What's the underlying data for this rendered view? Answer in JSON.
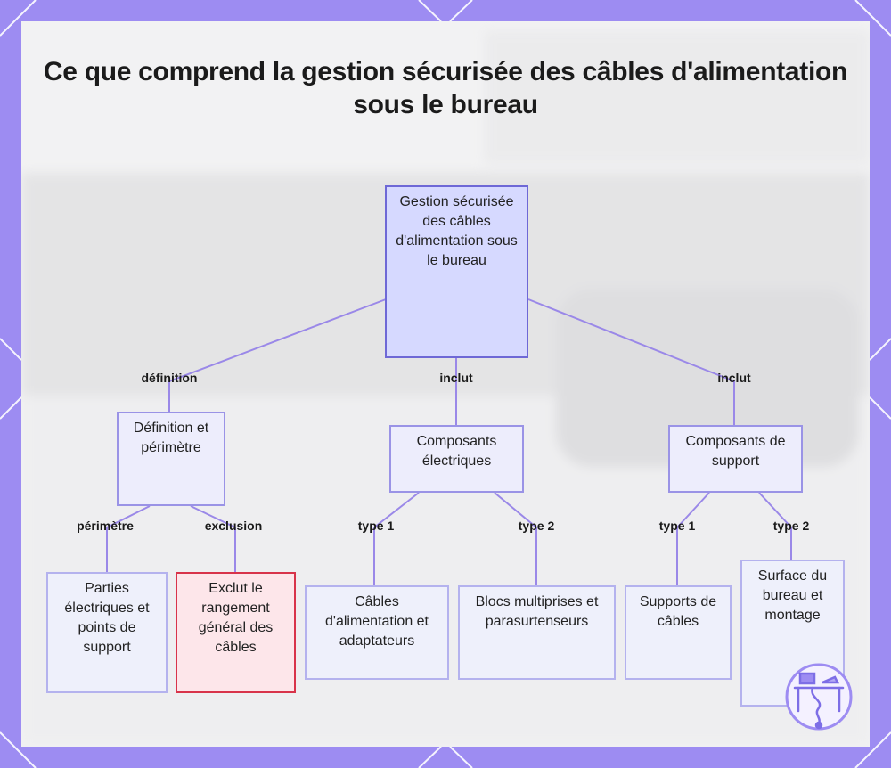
{
  "title": "Ce que comprend la gestion sécurisée des câbles d'alimentation sous le bureau",
  "colors": {
    "frame": "#9d8cf2",
    "root_fill": "#d6d9ff",
    "root_border": "#6e68d6",
    "edge": "#9a88e8",
    "exclusion_border": "#d8334a",
    "exclusion_fill": "#fde6ea"
  },
  "nodes": {
    "root": "Gestion sécurisée des câbles d'alimentation sous le bureau",
    "definition": "Définition et périmètre",
    "electrical": "Composants électriques",
    "support": "Composants de support",
    "parts": "Parties électriques et points de support",
    "exclusion": "Exclut le rangement général des câbles",
    "cables": "Câbles d'alimentation et adaptateurs",
    "power_strips": "Blocs multiprises et parasurtenseurs",
    "cable_supports": "Supports de câbles",
    "desk_surface": "Surface du bureau et montage"
  },
  "edge_labels": {
    "root_definition": "définition",
    "root_electrical": "inclut",
    "root_support": "inclut",
    "def_parts": "périmètre",
    "def_exclusion": "exclusion",
    "elec_cables": "type 1",
    "elec_strips": "type 2",
    "sup_cable": "type 1",
    "sup_desk": "type 2"
  },
  "logo_icon": "desk-cable-logo-icon"
}
